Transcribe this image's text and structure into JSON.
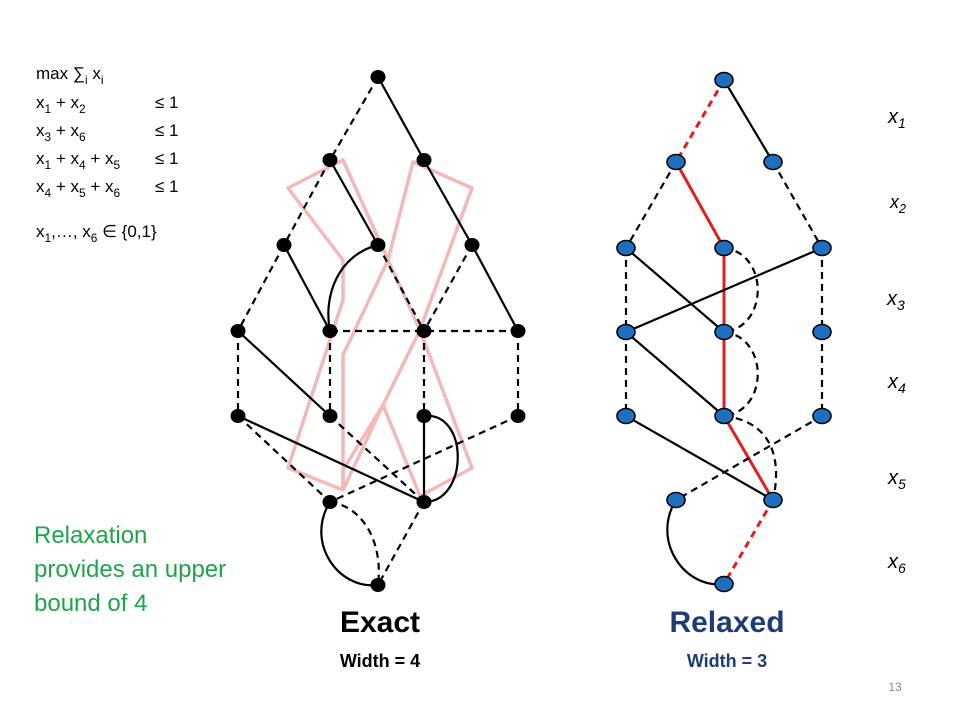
{
  "model": {
    "objective": "max ∑i xi",
    "constraints": [
      {
        "lhs": "x1 + x2",
        "rhs": "≤ 1"
      },
      {
        "lhs": "x3 + x6",
        "rhs": "≤ 1"
      },
      {
        "lhs": "x1 + x4 + x5",
        "rhs": "≤ 1"
      },
      {
        "lhs": "x4 + x5 + x6",
        "rhs": "≤ 1"
      }
    ],
    "domain": "x1,…, x6 ∈ {0,1}"
  },
  "note": "Relaxation provides an upper bound of 4",
  "exact": {
    "title": "Exact",
    "subtitle": "Width = 4"
  },
  "relaxed": {
    "title": "Relaxed",
    "subtitle": "Width = 3"
  },
  "variables": [
    "x1",
    "x2",
    "x3",
    "x4",
    "x5",
    "x6"
  ],
  "slide_number": "13",
  "colors": {
    "relaxed_node": "#1f6fc0",
    "path_highlight": "#e02020",
    "highlight_region": "#f4b8b8",
    "note_text": "#1ea54a",
    "relaxed_title": "#1f3c78"
  }
}
